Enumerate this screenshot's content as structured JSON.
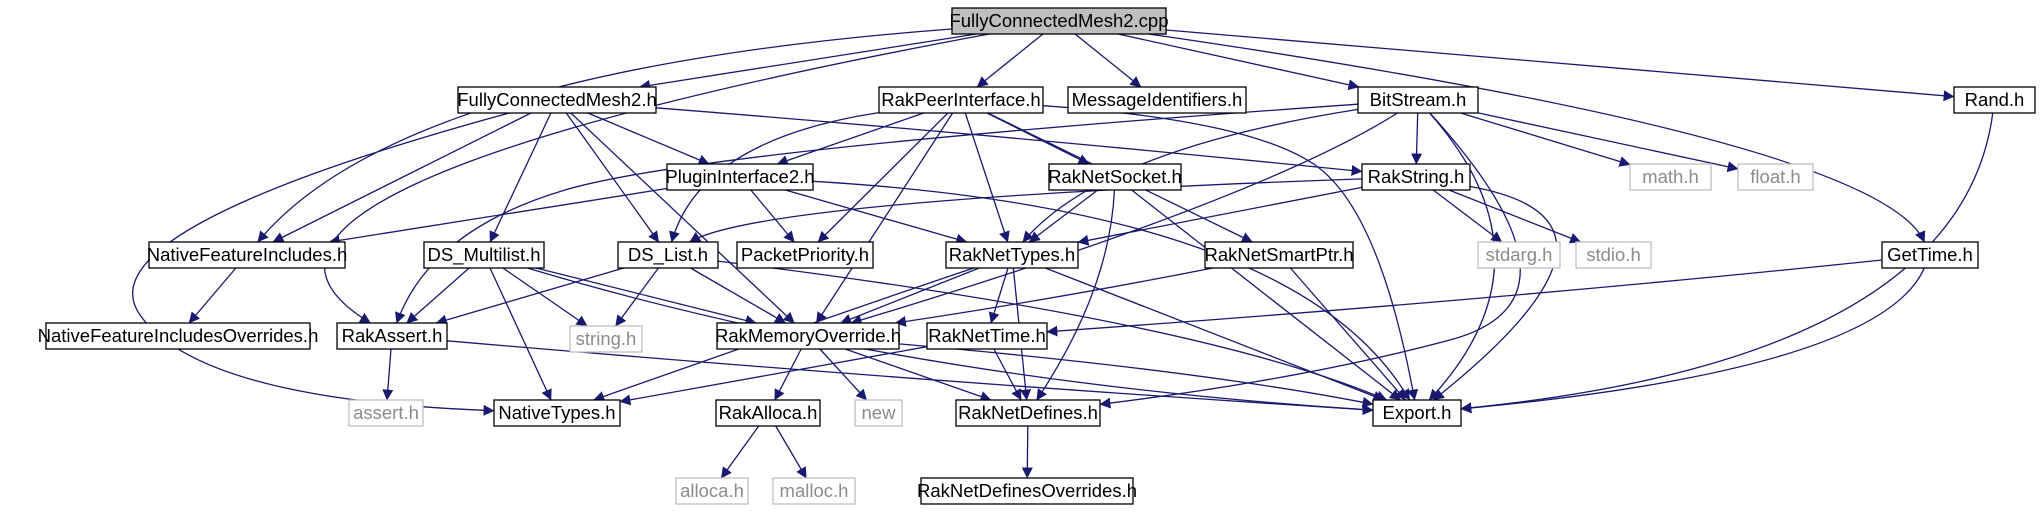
{
  "graph": {
    "root": "FullyConnectedMesh2.cpp",
    "nodes": [
      {
        "id": "root",
        "label": "FullyConnectedMesh2.cpp",
        "kind": "root"
      },
      {
        "id": "fcm2h",
        "label": "FullyConnectedMesh2.h",
        "kind": "file"
      },
      {
        "id": "rpi",
        "label": "RakPeerInterface.h",
        "kind": "file"
      },
      {
        "id": "msgid",
        "label": "MessageIdentifiers.h",
        "kind": "file"
      },
      {
        "id": "bitstream",
        "label": "BitStream.h",
        "kind": "file"
      },
      {
        "id": "rand",
        "label": "Rand.h",
        "kind": "file"
      },
      {
        "id": "plugin",
        "label": "PluginInterface2.h",
        "kind": "file"
      },
      {
        "id": "socket",
        "label": "RakNetSocket.h",
        "kind": "file"
      },
      {
        "id": "rakstring",
        "label": "RakString.h",
        "kind": "file"
      },
      {
        "id": "math",
        "label": "math.h",
        "kind": "external"
      },
      {
        "id": "float",
        "label": "float.h",
        "kind": "external"
      },
      {
        "id": "nfi",
        "label": "NativeFeatureIncludes.h",
        "kind": "file"
      },
      {
        "id": "multilist",
        "label": "DS_Multilist.h",
        "kind": "file"
      },
      {
        "id": "dslist",
        "label": "DS_List.h",
        "kind": "file"
      },
      {
        "id": "pktprio",
        "label": "PacketPriority.h",
        "kind": "file"
      },
      {
        "id": "raktypes",
        "label": "RakNetTypes.h",
        "kind": "file"
      },
      {
        "id": "smartptr",
        "label": "RakNetSmartPtr.h",
        "kind": "file"
      },
      {
        "id": "stdarg",
        "label": "stdarg.h",
        "kind": "external"
      },
      {
        "id": "stdio",
        "label": "stdio.h",
        "kind": "external"
      },
      {
        "id": "gettime",
        "label": "GetTime.h",
        "kind": "file"
      },
      {
        "id": "nfio",
        "label": "NativeFeatureIncludesOverrides.h",
        "kind": "file"
      },
      {
        "id": "rakassert",
        "label": "RakAssert.h",
        "kind": "file"
      },
      {
        "id": "string",
        "label": "string.h",
        "kind": "external"
      },
      {
        "id": "memover",
        "label": "RakMemoryOverride.h",
        "kind": "file"
      },
      {
        "id": "raktime",
        "label": "RakNetTime.h",
        "kind": "file"
      },
      {
        "id": "assert",
        "label": "assert.h",
        "kind": "external"
      },
      {
        "id": "nativetypes",
        "label": "NativeTypes.h",
        "kind": "file"
      },
      {
        "id": "alloca_h",
        "label": "RakAlloca.h",
        "kind": "file"
      },
      {
        "id": "new",
        "label": "new",
        "kind": "external"
      },
      {
        "id": "defines",
        "label": "RakNetDefines.h",
        "kind": "file"
      },
      {
        "id": "export",
        "label": "Export.h",
        "kind": "file"
      },
      {
        "id": "alloca",
        "label": "alloca.h",
        "kind": "external"
      },
      {
        "id": "malloc",
        "label": "malloc.h",
        "kind": "external"
      },
      {
        "id": "defover",
        "label": "RakNetDefinesOverrides.h",
        "kind": "file"
      }
    ],
    "edges": [
      [
        "root",
        "fcm2h"
      ],
      [
        "root",
        "rpi"
      ],
      [
        "root",
        "msgid"
      ],
      [
        "root",
        "bitstream"
      ],
      [
        "root",
        "rand"
      ],
      [
        "root",
        "gettime"
      ],
      [
        "root",
        "nfi"
      ],
      [
        "root",
        "rakassert"
      ],
      [
        "fcm2h",
        "plugin"
      ],
      [
        "fcm2h",
        "rakstring"
      ],
      [
        "fcm2h",
        "nfi"
      ],
      [
        "fcm2h",
        "multilist"
      ],
      [
        "fcm2h",
        "dslist"
      ],
      [
        "fcm2h",
        "memover"
      ],
      [
        "fcm2h",
        "nativetypes"
      ],
      [
        "rpi",
        "plugin"
      ],
      [
        "rpi",
        "socket"
      ],
      [
        "rpi",
        "smartptr"
      ],
      [
        "rpi",
        "dslist"
      ],
      [
        "rpi",
        "pktprio"
      ],
      [
        "rpi",
        "raktypes"
      ],
      [
        "rpi",
        "memover"
      ],
      [
        "rpi",
        "export"
      ],
      [
        "bitstream",
        "rakstring"
      ],
      [
        "bitstream",
        "math"
      ],
      [
        "bitstream",
        "float"
      ],
      [
        "bitstream",
        "raktypes"
      ],
      [
        "bitstream",
        "memover"
      ],
      [
        "bitstream",
        "rakassert"
      ],
      [
        "bitstream",
        "defines"
      ],
      [
        "bitstream",
        "export"
      ],
      [
        "rand",
        "export"
      ],
      [
        "plugin",
        "nfi"
      ],
      [
        "plugin",
        "pktprio"
      ],
      [
        "plugin",
        "raktypes"
      ],
      [
        "plugin",
        "export"
      ],
      [
        "socket",
        "raktypes"
      ],
      [
        "socket",
        "defines"
      ],
      [
        "socket",
        "export"
      ],
      [
        "rakstring",
        "dslist"
      ],
      [
        "rakstring",
        "raktypes"
      ],
      [
        "rakstring",
        "stdarg"
      ],
      [
        "rakstring",
        "stdio"
      ],
      [
        "rakstring",
        "export"
      ],
      [
        "nfi",
        "nfio"
      ],
      [
        "multilist",
        "rakassert"
      ],
      [
        "multilist",
        "string"
      ],
      [
        "multilist",
        "memover"
      ],
      [
        "multilist",
        "nativetypes"
      ],
      [
        "multilist",
        "export"
      ],
      [
        "dslist",
        "rakassert"
      ],
      [
        "dslist",
        "string"
      ],
      [
        "dslist",
        "memover"
      ],
      [
        "dslist",
        "export"
      ],
      [
        "raktypes",
        "memover"
      ],
      [
        "raktypes",
        "raktime"
      ],
      [
        "raktypes",
        "defines"
      ],
      [
        "raktypes",
        "nativetypes"
      ],
      [
        "raktypes",
        "export"
      ],
      [
        "smartptr",
        "memover"
      ],
      [
        "smartptr",
        "export"
      ],
      [
        "gettime",
        "raktime"
      ],
      [
        "gettime",
        "export"
      ],
      [
        "rakassert",
        "assert"
      ],
      [
        "rakassert",
        "export"
      ],
      [
        "memover",
        "alloca_h"
      ],
      [
        "memover",
        "new"
      ],
      [
        "memover",
        "defines"
      ],
      [
        "memover",
        "export"
      ],
      [
        "raktime",
        "nativetypes"
      ],
      [
        "raktime",
        "defines"
      ],
      [
        "alloca_h",
        "alloca"
      ],
      [
        "alloca_h",
        "malloc"
      ],
      [
        "defines",
        "defover"
      ]
    ]
  },
  "colors": {
    "edge": "#191970",
    "file_border": "#000000",
    "external_border": "#bfbfbf",
    "external_text": "#8c8c8c",
    "root_fill": "#bfbfbf",
    "text": "#000000"
  }
}
